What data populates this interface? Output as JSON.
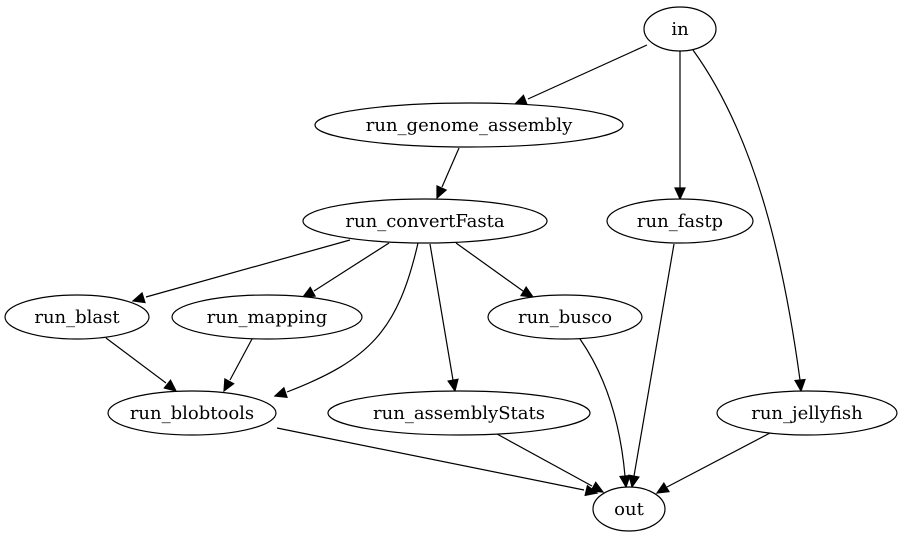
{
  "nodes": [
    {
      "id": "in",
      "label": "in"
    },
    {
      "id": "run_genome_assembly",
      "label": "run_genome_assembly"
    },
    {
      "id": "run_convertFasta",
      "label": "run_convertFasta"
    },
    {
      "id": "run_fastp",
      "label": "run_fastp"
    },
    {
      "id": "run_blast",
      "label": "run_blast"
    },
    {
      "id": "run_mapping",
      "label": "run_mapping"
    },
    {
      "id": "run_busco",
      "label": "run_busco"
    },
    {
      "id": "run_blobtools",
      "label": "run_blobtools"
    },
    {
      "id": "run_assemblyStats",
      "label": "run_assemblyStats"
    },
    {
      "id": "run_jellyfish",
      "label": "run_jellyfish"
    },
    {
      "id": "out",
      "label": "out"
    }
  ],
  "edges": [
    {
      "from": "in",
      "to": "run_genome_assembly"
    },
    {
      "from": "in",
      "to": "run_fastp"
    },
    {
      "from": "in",
      "to": "run_jellyfish"
    },
    {
      "from": "run_genome_assembly",
      "to": "run_convertFasta"
    },
    {
      "from": "run_convertFasta",
      "to": "run_blast"
    },
    {
      "from": "run_convertFasta",
      "to": "run_mapping"
    },
    {
      "from": "run_convertFasta",
      "to": "run_blobtools"
    },
    {
      "from": "run_convertFasta",
      "to": "run_assemblyStats"
    },
    {
      "from": "run_convertFasta",
      "to": "run_busco"
    },
    {
      "from": "run_blast",
      "to": "run_blobtools"
    },
    {
      "from": "run_mapping",
      "to": "run_blobtools"
    },
    {
      "from": "run_blobtools",
      "to": "out"
    },
    {
      "from": "run_assemblyStats",
      "to": "out"
    },
    {
      "from": "run_busco",
      "to": "out"
    },
    {
      "from": "run_fastp",
      "to": "out"
    },
    {
      "from": "run_jellyfish",
      "to": "out"
    }
  ]
}
